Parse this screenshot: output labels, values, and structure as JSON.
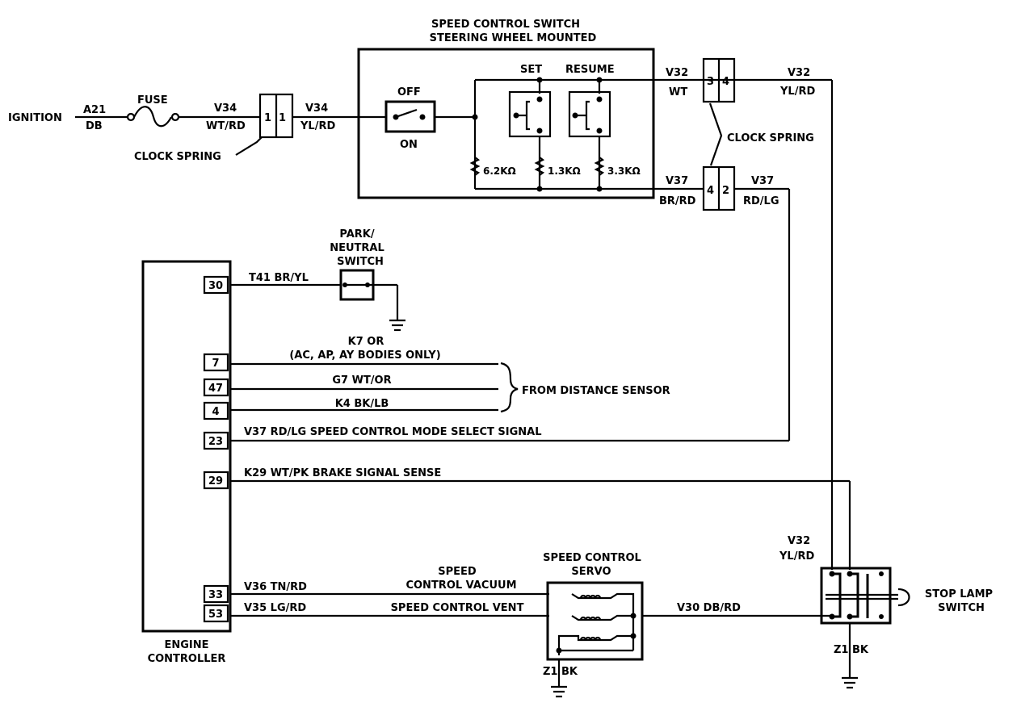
{
  "title": {
    "line1": "SPEED CONTROL SWITCH",
    "line2": "STEERING WHEEL MOUNTED"
  },
  "ignition": {
    "label": "IGNITION",
    "wire_code": "A21",
    "wire_color": "DB"
  },
  "fuse": {
    "label": "FUSE"
  },
  "clock_spring_left": {
    "label": "CLOCK SPRING",
    "pin_left": "1",
    "pin_right": "1",
    "in_wire_code": "V34",
    "in_wire_color": "WT/RD",
    "out_wire_code": "V34",
    "out_wire_color": "YL/RD"
  },
  "switch_module": {
    "off_label": "OFF",
    "on_label": "ON",
    "set_label": "SET",
    "resume_label": "RESUME",
    "resistors": [
      "6.2KΩ",
      "1.3KΩ",
      "3.3KΩ"
    ]
  },
  "clock_spring_right": {
    "label": "CLOCK SPRING",
    "upper_pin_left": "3",
    "upper_pin_right": "4",
    "lower_pin_left": "4",
    "lower_pin_right": "2",
    "upper_in_code": "V32",
    "upper_in_color": "WT",
    "upper_out_code": "V32",
    "upper_out_color": "YL/RD",
    "lower_in_code": "V37",
    "lower_in_color": "BR/RD",
    "lower_out_code": "V37",
    "lower_out_color": "RD/LG"
  },
  "park_neutral": {
    "line1": "PARK/",
    "line2": "NEUTRAL",
    "line3": "SWITCH",
    "wire": "T41  BR/YL"
  },
  "engine_controller": {
    "line1": "ENGINE",
    "line2": "CONTROLLER",
    "pins": [
      {
        "pin": "30"
      },
      {
        "pin": "7"
      },
      {
        "pin": "47"
      },
      {
        "pin": "4"
      },
      {
        "pin": "23"
      },
      {
        "pin": "29"
      },
      {
        "pin": "33"
      },
      {
        "pin": "53"
      }
    ]
  },
  "wires": {
    "k7_line1": "K7  OR",
    "k7_line2": "(AC, AP, AY BODIES ONLY)",
    "g7": "G7  WT/OR",
    "k4": "K4  BK/LB",
    "distance_sensor": "FROM DISTANCE SENSOR",
    "v37": "V37  RD/LG  SPEED  CONTROL  MODE  SELECT  SIGNAL",
    "k29": "K29  WT/PK  BRAKE  SIGNAL  SENSE",
    "v36": "V36  TN/RD",
    "v35": "V35  LG/RD",
    "vacuum_line1": "SPEED",
    "vacuum_line2": "CONTROL  VACUUM",
    "vent": "SPEED  CONTROL  VENT",
    "v30": "V30  DB/RD"
  },
  "servo": {
    "line1": "SPEED CONTROL",
    "line2": "SERVO",
    "ground": "Z1  BK"
  },
  "stop_lamp": {
    "wire_code": "V32",
    "wire_color": "YL/RD",
    "line1": "STOP LAMP",
    "line2": "SWITCH",
    "ground": "Z1  BK"
  }
}
